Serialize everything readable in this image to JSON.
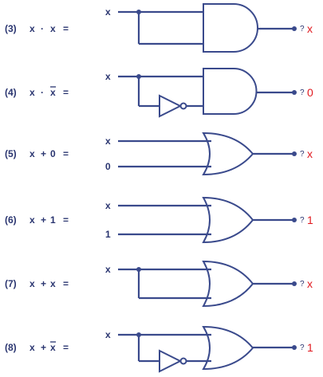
{
  "diagram": {
    "rows": [
      {
        "num": "(3)",
        "expr_left": "x",
        "operator": "·",
        "expr_right": "x",
        "expr_right_overline": false,
        "equals": "=",
        "gate": "and",
        "inverter": false,
        "in_top": "x",
        "in_bottom": "",
        "question": "?",
        "answer": "x"
      },
      {
        "num": "(4)",
        "expr_left": "x",
        "operator": "·",
        "expr_right": "x",
        "expr_right_overline": true,
        "equals": "=",
        "gate": "and",
        "inverter": true,
        "in_top": "x",
        "in_bottom": "",
        "question": "?",
        "answer": "0"
      },
      {
        "num": "(5)",
        "expr_left": "x",
        "operator": "+",
        "expr_right": "0",
        "expr_right_overline": false,
        "equals": "=",
        "gate": "or",
        "inverter": false,
        "in_top": "x",
        "in_bottom": "0",
        "question": "?",
        "answer": "x"
      },
      {
        "num": "(6)",
        "expr_left": "x",
        "operator": "+",
        "expr_right": "1",
        "expr_right_overline": false,
        "equals": "=",
        "gate": "or",
        "inverter": false,
        "in_top": "x",
        "in_bottom": "1",
        "question": "?",
        "answer": "1"
      },
      {
        "num": "(7)",
        "expr_left": "x",
        "operator": "+",
        "expr_right": "x",
        "expr_right_overline": false,
        "equals": "=",
        "gate": "or",
        "inverter": false,
        "in_top": "x",
        "in_bottom": "",
        "question": "?",
        "answer": "x"
      },
      {
        "num": "(8)",
        "expr_left": "x",
        "operator": "+",
        "expr_right": "x",
        "expr_right_overline": true,
        "equals": "=",
        "gate": "or",
        "inverter": true,
        "in_top": "x",
        "in_bottom": "",
        "question": "?",
        "answer": "1"
      }
    ],
    "colors": {
      "ink": "#3a4a8c",
      "label": "#2a3570",
      "answer": "#e0191f"
    }
  }
}
